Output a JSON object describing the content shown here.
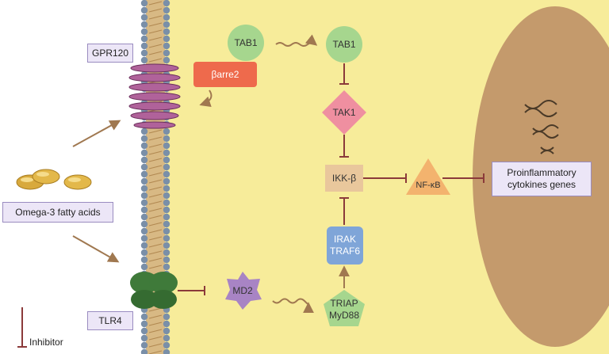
{
  "membrane_receptors": {
    "gpr120": "GPR120",
    "tlr4": "TLR4"
  },
  "ligand": {
    "omega3": "Omega-3 fatty acids"
  },
  "nodes": {
    "tab1_bound": "TAB1",
    "barrestin2": "βarre2",
    "tab1_free": "TAB1",
    "tak1": "TAK1",
    "ikk_beta": "IKK-β",
    "nf_kb": "NF-κB",
    "irak_traf6": [
      "IRAK",
      "TRAF6"
    ],
    "md2": "MD2",
    "triap_myd88": [
      "TRIAP",
      "MyD88"
    ]
  },
  "nucleus": {
    "target": [
      "Proinflammatory",
      "cytokines genes"
    ]
  },
  "legend": {
    "inhibitor": "Inhibitor"
  },
  "colors": {
    "cytoplasm": "#f7ec9a",
    "nucleus": "#c49a6c",
    "membrane_head": "#7a8fa8",
    "membrane_tail": "#d8b984",
    "tab1": "#a6d68e",
    "barrestin": "#ee6a4c",
    "tak1": "#ef8fa0",
    "ikk": "#e9c79c",
    "nfkb": "#f3b36e",
    "irak": "#7fa5d8",
    "md2": "#a884c4",
    "myd88": "#a6d68e",
    "tlr4": "#3f7a3a",
    "gpr120": "#b0629a",
    "inhibitor_line": "#8b3a3a",
    "arrow": "#a07850",
    "label_fill": "#ece6f7"
  }
}
